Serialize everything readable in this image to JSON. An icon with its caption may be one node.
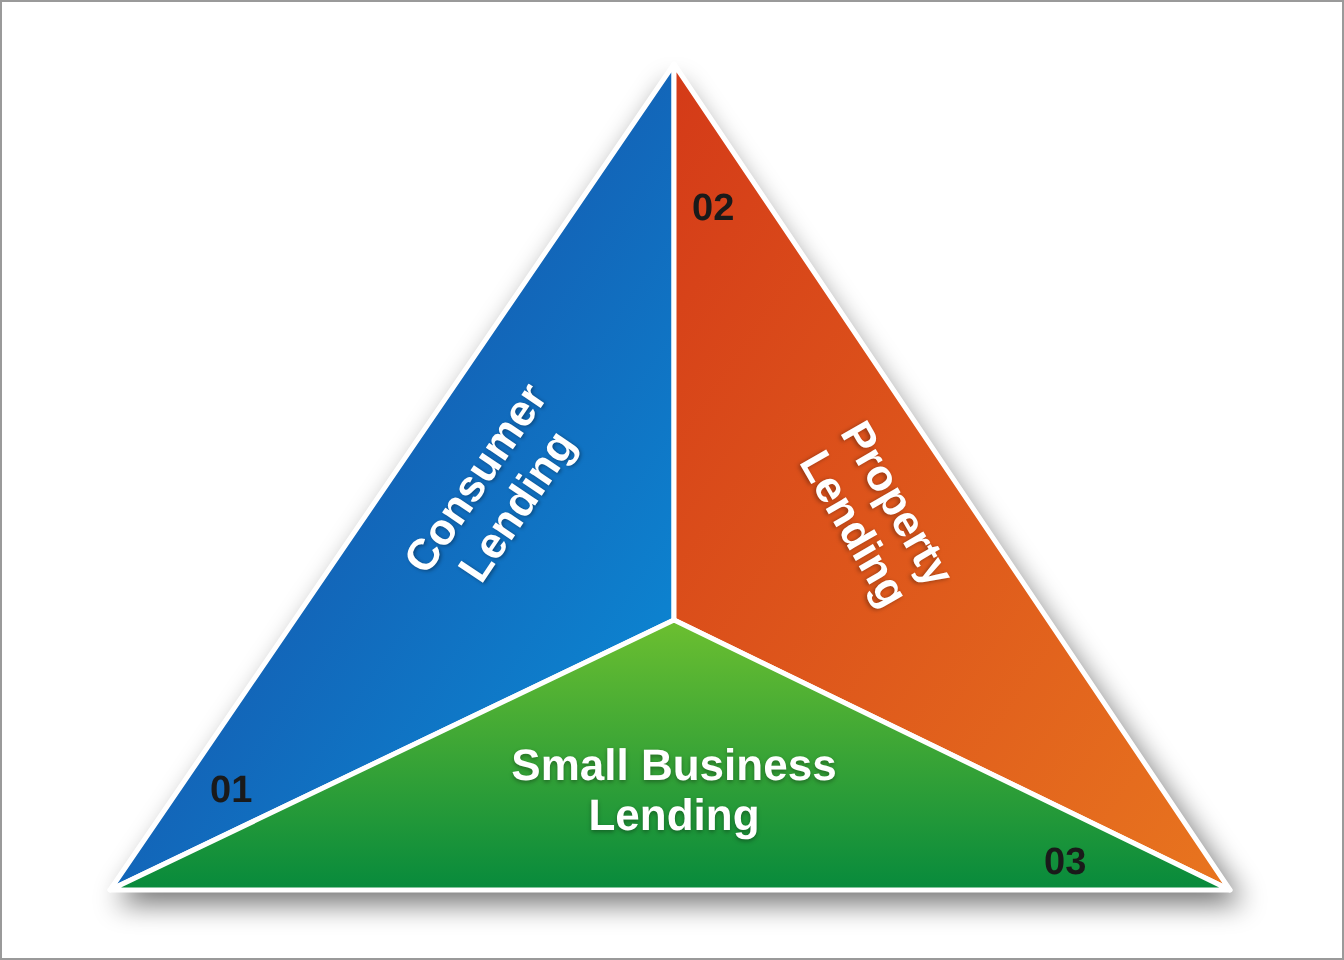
{
  "diagram": {
    "nodes": [
      {
        "text": [
          "Consumer Lending"
        ]
      },
      {
        "text": [
          "Property Lending"
        ]
      },
      {
        "text": [
          "Small Business Lending"
        ]
      }
    ],
    "labels": [
      "01",
      "02",
      "03"
    ]
  }
}
